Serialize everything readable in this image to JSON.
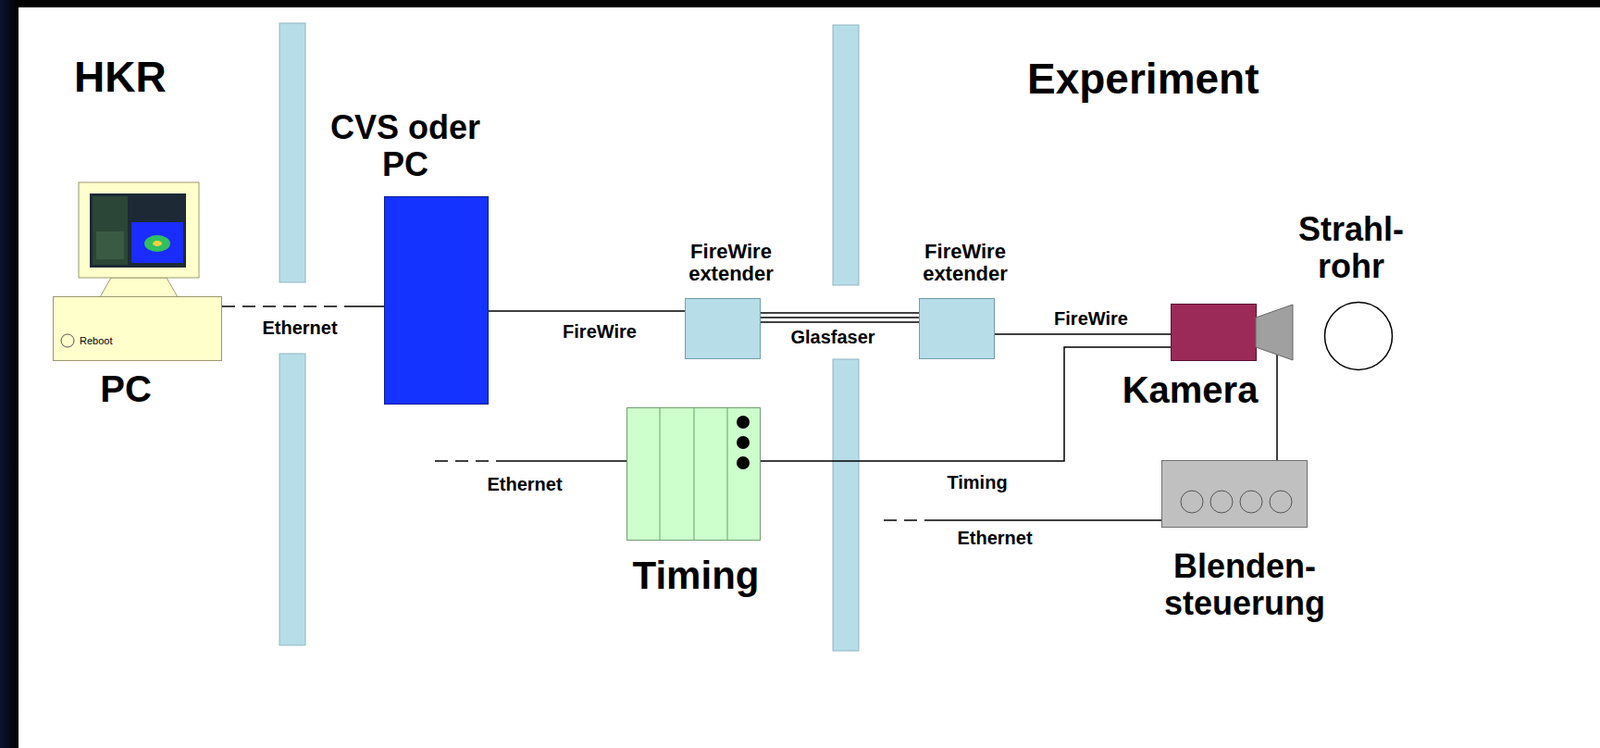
{
  "diagram": {
    "nodes": [
      {
        "text": [
          "PC",
          "Reboot"
        ]
      },
      {
        "text": [
          "CVS oder PC"
        ]
      },
      {
        "text": [
          "FireWire extender"
        ]
      },
      {
        "text": [
          "FireWire extender"
        ]
      },
      {
        "text": [
          "Kamera"
        ]
      },
      {
        "text": [
          "Strahl- rohr"
        ]
      },
      {
        "text": [
          "Timing"
        ]
      },
      {
        "text": [
          "Blenden- steuerung"
        ]
      }
    ],
    "edges": [
      {
        "from": 0,
        "to": 1,
        "arrow": "none",
        "label": "Ethernet"
      },
      {
        "from": 1,
        "to": 2,
        "arrow": "none",
        "label": "FireWire"
      },
      {
        "from": 2,
        "to": 3,
        "arrow": "none",
        "label": "Glasfaser"
      },
      {
        "from": 3,
        "to": 4,
        "arrow": "none",
        "label": "FireWire"
      },
      {
        "from": 6,
        "to": 4,
        "arrow": "none",
        "label": "Timing"
      },
      {
        "from": 7,
        "to": 4,
        "arrow": "none"
      }
    ],
    "labels": [
      "HKR",
      "Experiment",
      "Ethernet",
      "Ethernet"
    ]
  }
}
